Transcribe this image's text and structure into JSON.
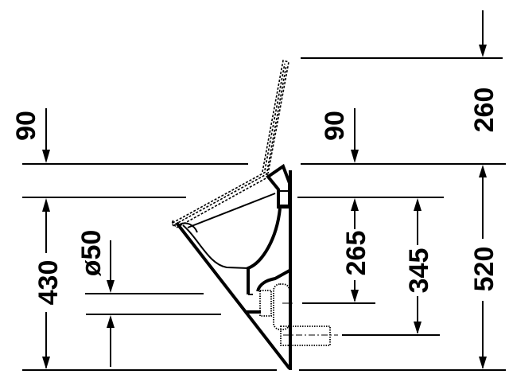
{
  "drawing": {
    "title": "Urinal side elevation with lid - dimension drawing",
    "units": "mm",
    "background": "#ffffff",
    "line_color": "#000000"
  },
  "dimensions": {
    "left_top_offset": "90",
    "left_height": "430",
    "left_diameter": "ø50",
    "right_top_offset": "90",
    "right_lid_height": "260",
    "right_inlet_height": "265",
    "right_outlet_height": "345",
    "right_total_height": "520"
  }
}
